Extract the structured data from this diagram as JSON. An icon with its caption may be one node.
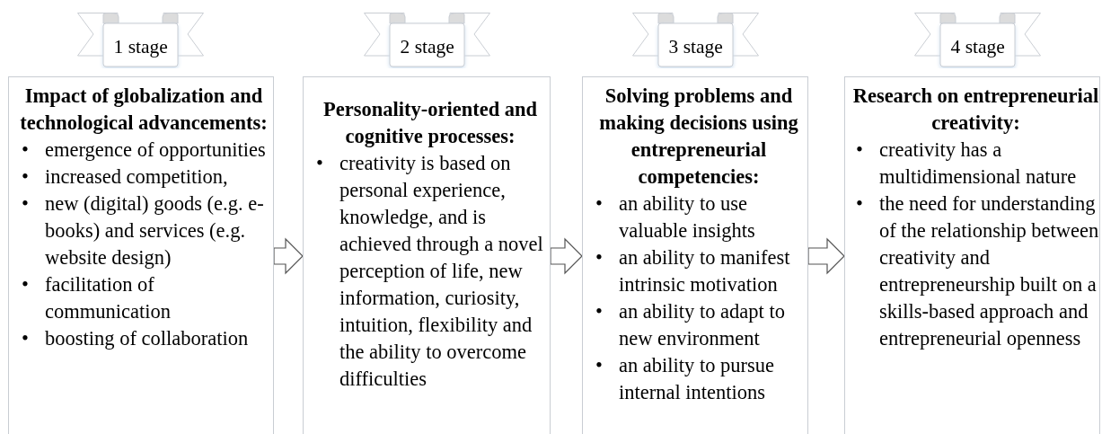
{
  "diagram": {
    "nodes": [
      {
        "text": [
          "1 stage"
        ]
      },
      {
        "text": [
          "2 stage"
        ]
      },
      {
        "text": [
          "3 stage"
        ]
      },
      {
        "text": [
          "4 stage"
        ]
      },
      {
        "text": [
          "Impact of globalization and technological advancements:",
          "• emergence of opportunities",
          "• increased competition,",
          "• new (digital) goods (e.g. e-books) and services (e.g. website design)",
          "• facilitation of communication",
          "• boosting of collaboration"
        ]
      },
      {
        "text": [
          "Personality-oriented and cognitive processes:",
          "• creativity is based on personal experience, knowledge, and is achieved through a novel perception of life, new information, curiosity, intuition, flexibility and the ability to overcome difficulties"
        ]
      },
      {
        "text": [
          "Solving problems and making decisions using entrepreneurial competencies:",
          "• an ability to use valuable insights",
          "• an ability to manifest intrinsic motivation",
          "• an ability to adapt to new environment",
          "• an ability to pursue internal intentions"
        ]
      },
      {
        "text": [
          "Research on entrepreneurial creativity:",
          "• creativity has a multidimensional nature",
          "• the need for understanding of the relationship between creativity and entrepreneurship built on a skills-based approach and entrepreneurial openness"
        ]
      }
    ],
    "edges": [
      {
        "from": 4,
        "to": 5,
        "arrow": "to"
      },
      {
        "from": 5,
        "to": 6,
        "arrow": "to"
      },
      {
        "from": 6,
        "to": 7,
        "arrow": "to"
      }
    ]
  }
}
